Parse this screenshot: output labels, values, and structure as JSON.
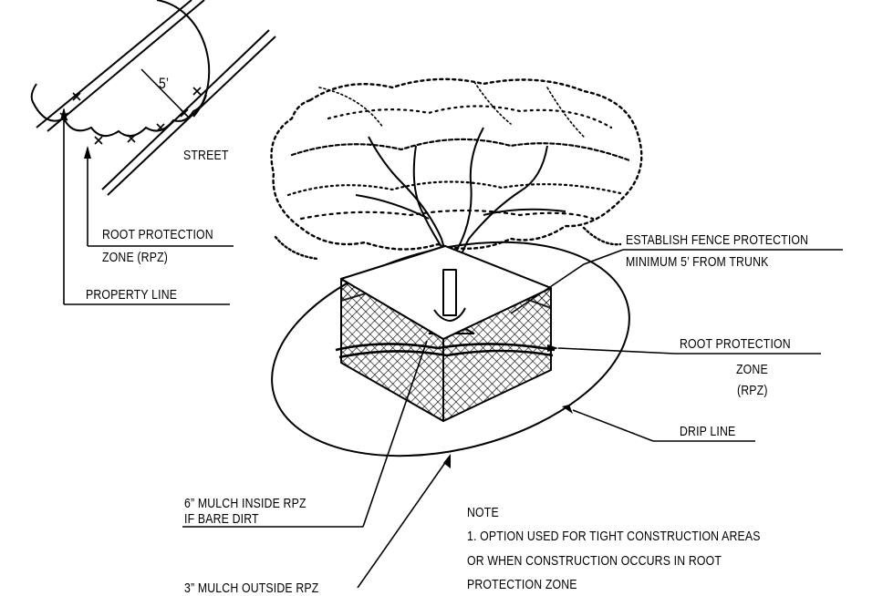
{
  "callouts": {
    "dimension": "5’",
    "street": "STREET",
    "rpz_inset_line1": "ROOT PROTECTION",
    "rpz_inset_line2": "ZONE (RPZ)",
    "property_line": "PROPERTY LINE",
    "fence_line1": "ESTABLISH FENCE PROTECTION",
    "fence_line2": "MINIMUM 5’ FROM TRUNK",
    "rpz_main_line1": "ROOT PROTECTION",
    "rpz_main_line2": "ZONE",
    "rpz_main_line3": "(RPZ)",
    "drip_line": "DRIP LINE",
    "mulch_inside_line1": "6” MULCH INSIDE RPZ",
    "mulch_inside_line2": "IF BARE DIRT",
    "mulch_outside_partial": "3” MULCH OUTSIDE RPZ"
  },
  "note": {
    "heading": "NOTE",
    "line1": "1. OPTION USED FOR TIGHT CONSTRUCTION AREAS",
    "line2": "OR WHEN CONSTRUCTION OCCURS IN ROOT",
    "line3": "PROTECTION ZONE"
  }
}
